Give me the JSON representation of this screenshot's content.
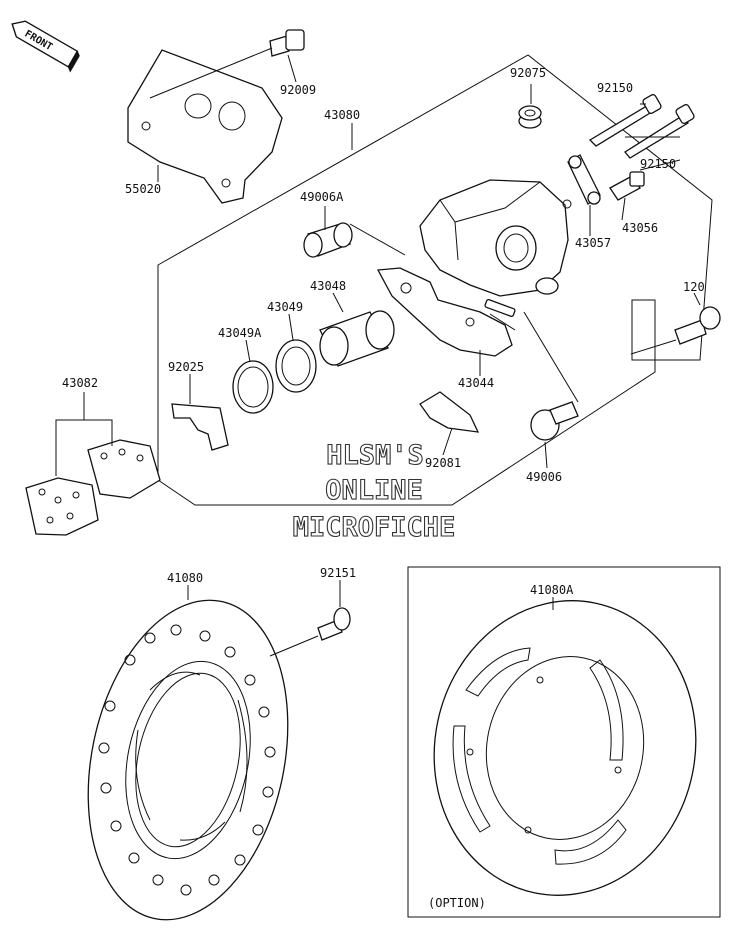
{
  "front_tag": "FRONT",
  "watermark": {
    "line1": "HLSM'S",
    "line2": "ONLINE",
    "line3": "MICROFICHE"
  },
  "option_note": "(OPTION)",
  "labels": {
    "p92009": "92009",
    "p55020": "55020",
    "p43080": "43080",
    "p92075": "92075",
    "p92150a": "92150",
    "p92150b": "92150",
    "p49006A": "49006A",
    "p43057": "43057",
    "p43056": "43056",
    "p43048": "43048",
    "p43049": "43049",
    "p43049A": "43049A",
    "p92025": "92025",
    "p43044": "43044",
    "p120": "120",
    "p43082": "43082",
    "p92081": "92081",
    "p49006": "49006",
    "p41080": "41080",
    "p92151": "92151",
    "p41080A": "41080A"
  }
}
